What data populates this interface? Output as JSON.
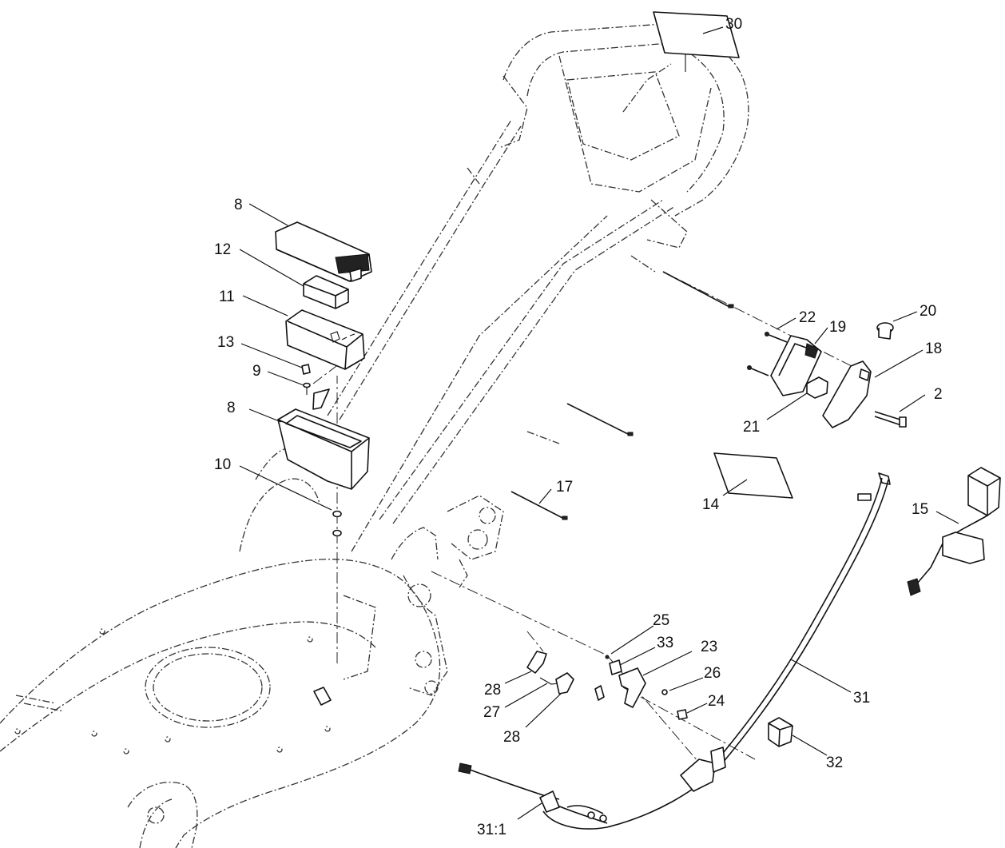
{
  "callouts": [
    {
      "label": "30"
    },
    {
      "label": "8"
    },
    {
      "label": "12"
    },
    {
      "label": "11"
    },
    {
      "label": "13"
    },
    {
      "label": "9"
    },
    {
      "label": "8"
    },
    {
      "label": "10"
    },
    {
      "label": "22"
    },
    {
      "label": "19"
    },
    {
      "label": "20"
    },
    {
      "label": "18"
    },
    {
      "label": "2"
    },
    {
      "label": "21"
    },
    {
      "label": "14"
    },
    {
      "label": "17"
    },
    {
      "label": "15"
    },
    {
      "label": "25"
    },
    {
      "label": "33"
    },
    {
      "label": "23"
    },
    {
      "label": "26"
    },
    {
      "label": "24"
    },
    {
      "label": "28"
    },
    {
      "label": "27"
    },
    {
      "label": "28"
    },
    {
      "label": "31"
    },
    {
      "label": "32"
    },
    {
      "label": "31:1"
    }
  ]
}
